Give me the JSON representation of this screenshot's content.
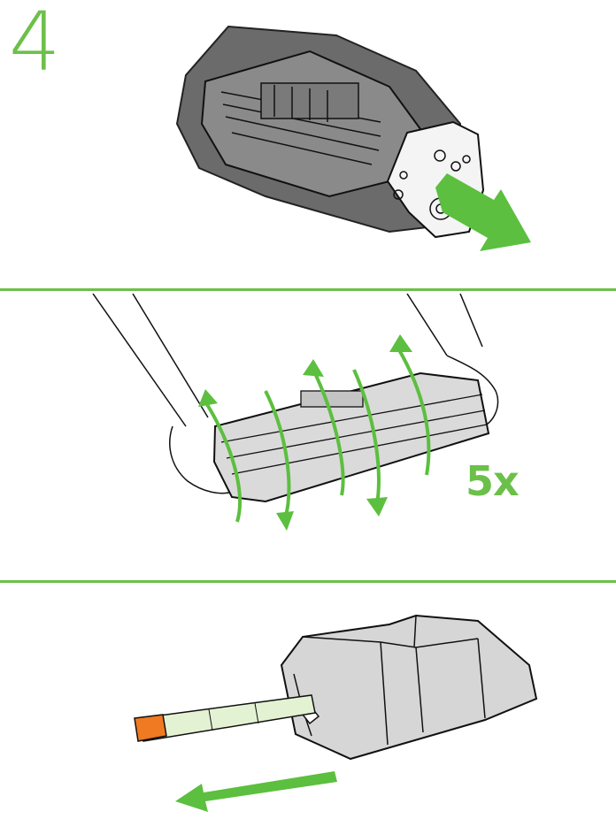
{
  "step": {
    "number": "4"
  },
  "panels": {
    "remove_bag": {
      "arrow": "remove-arrow"
    },
    "shake": {
      "repeat_label": "5x"
    },
    "pull_tab": {
      "arrow": "pull-arrow"
    }
  },
  "colors": {
    "accent_green": "#6cc04a",
    "arrow_green": "#5cbf3f",
    "bag_gray": "#6b6b6b",
    "cartridge_gray": "#d8d8d8",
    "tab_orange": "#f07a22",
    "tape_green": "#e3f2d3"
  }
}
